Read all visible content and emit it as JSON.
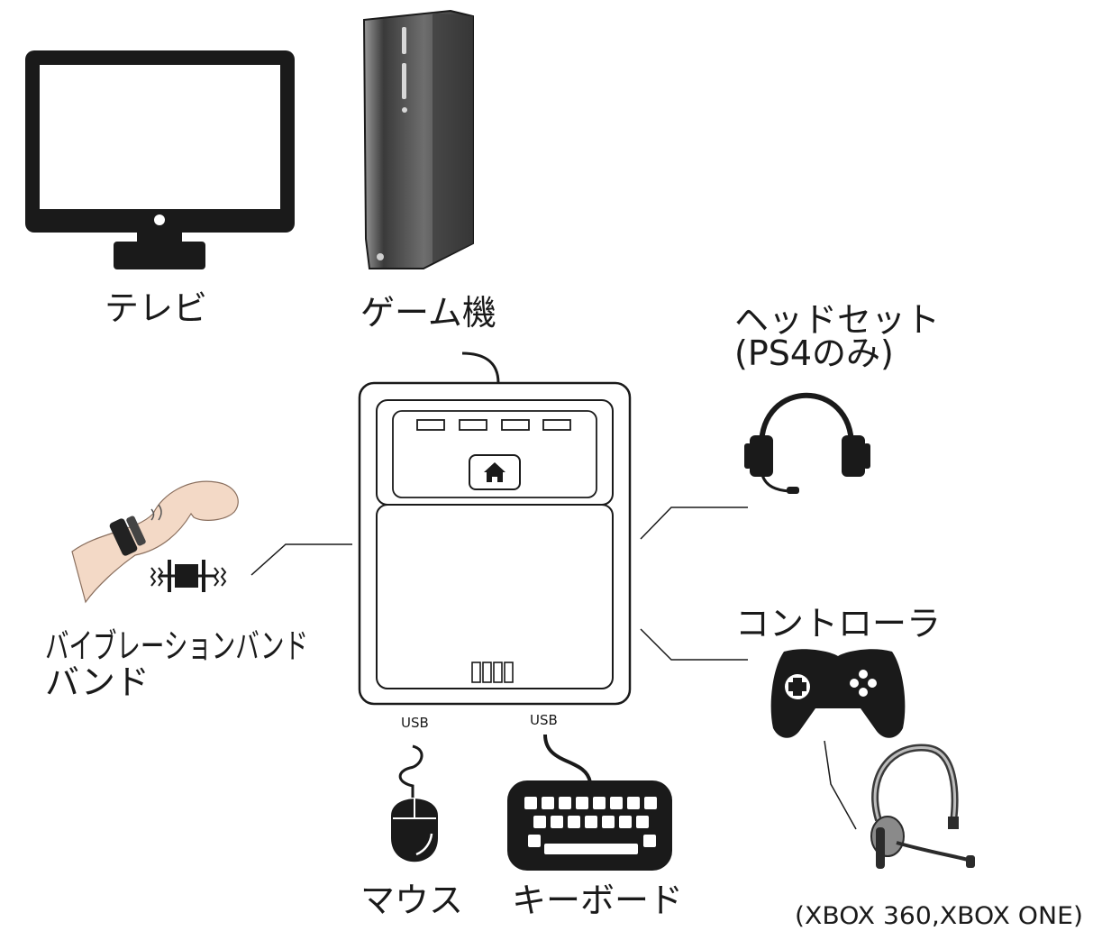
{
  "labels": {
    "tv": "テレビ",
    "console": "ゲーム機",
    "headset_line1": "ヘッドセット",
    "headset_line2": "(PS4のみ)",
    "band_line1": "バイブレーションバンド",
    "band_line2": "バンド",
    "controller": "コントローラ",
    "mouse": "マウス",
    "keyboard": "キーボード",
    "usb_mouse": "USB",
    "usb_keyboard": "USB",
    "xbox_note": "(XBOX 360,XBOX ONE)"
  },
  "icons": {
    "tv": "monitor-icon",
    "console": "game-console-icon",
    "adapter": "converter-adapter-icon",
    "home": "home-icon",
    "band": "vibration-band-icon",
    "headset": "headset-icon",
    "controller": "gamepad-icon",
    "chat_headset": "chat-headset-icon",
    "mouse": "mouse-icon",
    "keyboard": "keyboard-icon"
  },
  "colors": {
    "line": "#1a1a1a",
    "console_dark": "#2b2b2b",
    "console_light": "#8a8a8a",
    "skin": "#f3d9c6"
  }
}
